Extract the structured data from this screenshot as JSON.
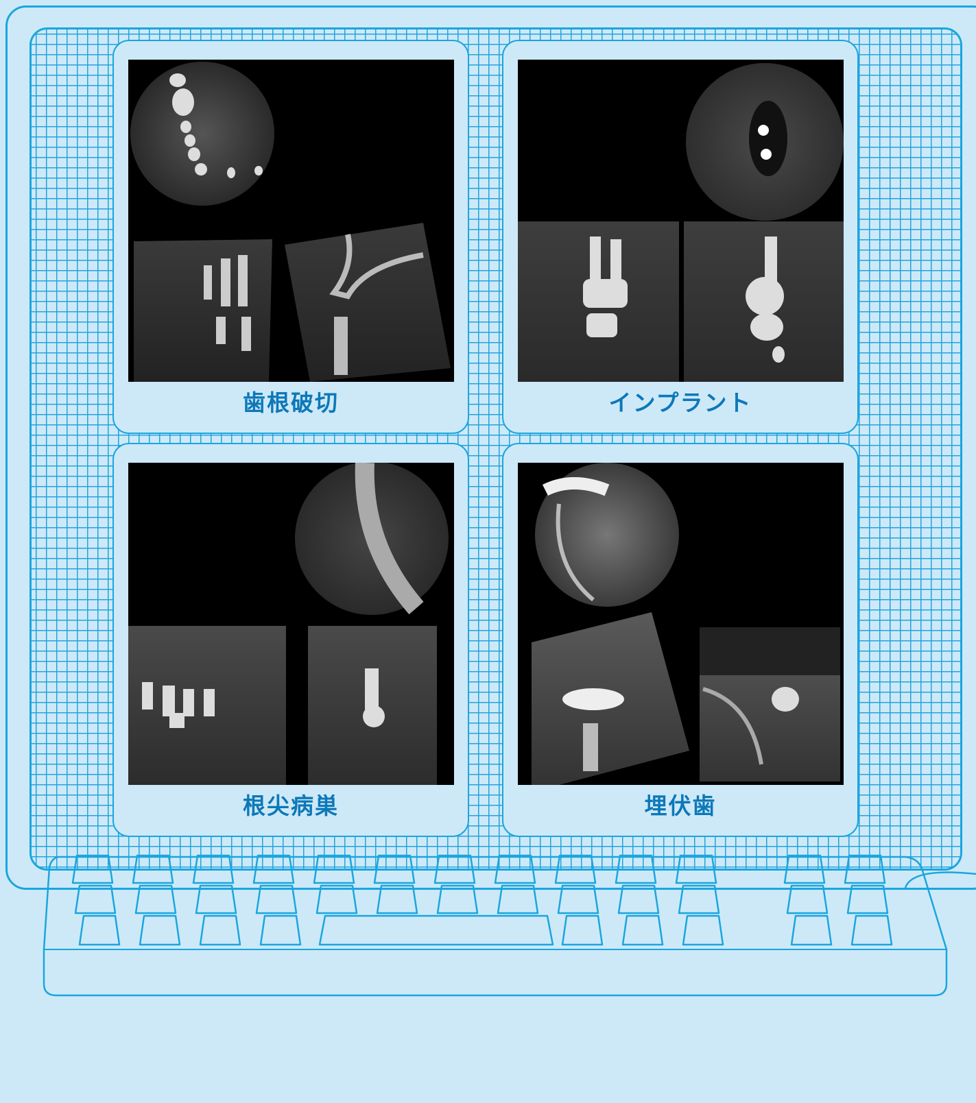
{
  "panels": [
    {
      "id": "root-fracture",
      "label": "歯根破切"
    },
    {
      "id": "implant",
      "label": "インプラント"
    },
    {
      "id": "periapical-lesion",
      "label": "根尖病巣"
    },
    {
      "id": "impacted-tooth",
      "label": "埋伏歯"
    }
  ],
  "colors": {
    "accent": "#1aa6de",
    "label": "#0d78b8",
    "background": "#cde9f8",
    "scan_background": "#000000"
  },
  "icons": {
    "monitor": "monitor-outline-icon",
    "keyboard": "keyboard-outline-icon"
  }
}
